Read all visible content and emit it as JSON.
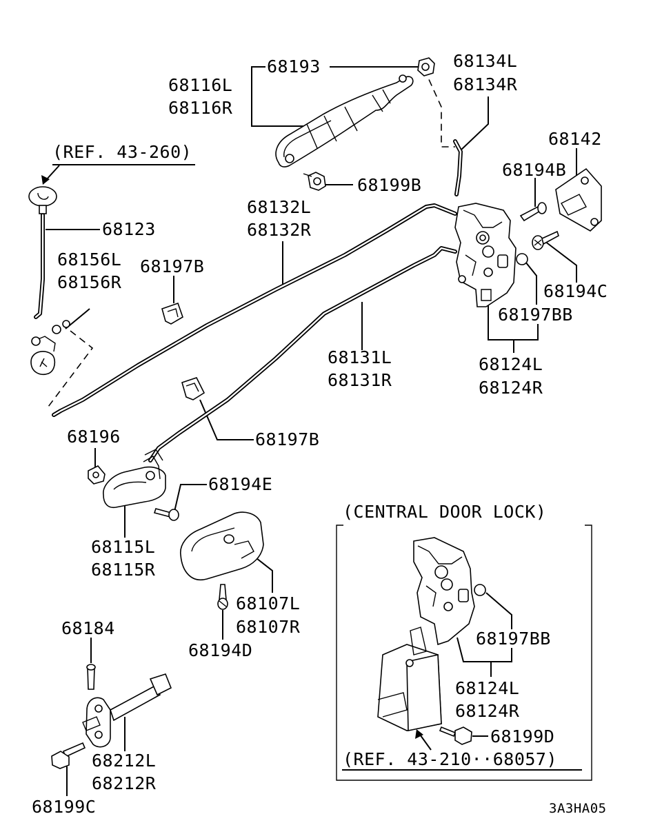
{
  "diagram": {
    "ref_top": "(REF. 43-260)",
    "central_title": "(CENTRAL DOOR LOCK)",
    "ref_bottom": "(REF. 43-210··68057)",
    "code": "3A3HA05"
  },
  "labels": {
    "p68193": "68193",
    "p68116L": "68116L",
    "p68116R": "68116R",
    "p68134L": "68134L",
    "p68134R": "68134R",
    "p68142": "68142",
    "p68194B": "68194B",
    "p68199B": "68199B",
    "p68132L": "68132L",
    "p68132R": "68132R",
    "p68123": "68123",
    "p68156L": "68156L",
    "p68156R": "68156R",
    "p68197B_a": "68197B",
    "p68194C": "68194C",
    "p68197BB_a": "68197BB",
    "p68131L": "68131L",
    "p68131R": "68131R",
    "p68124L_a": "68124L",
    "p68124R_a": "68124R",
    "p68197B_b": "68197B",
    "p68196": "68196",
    "p68194E": "68194E",
    "p68115L": "68115L",
    "p68115R": "68115R",
    "p68107L": "68107L",
    "p68107R": "68107R",
    "p68194D": "68194D",
    "p68184": "68184",
    "p68212L": "68212L",
    "p68212R": "68212R",
    "p68199C": "68199C",
    "p68197BB_b": "68197BB",
    "p68124L_b": "68124L",
    "p68124R_b": "68124R",
    "p68199D": "68199D"
  }
}
